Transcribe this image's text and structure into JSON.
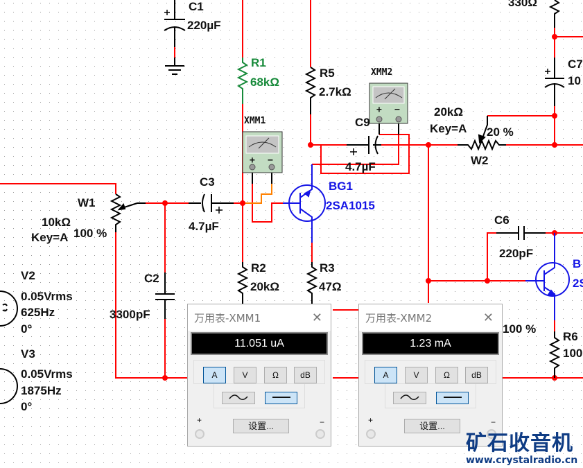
{
  "colors": {
    "wire": "#ff0000",
    "component": "#000000",
    "transistor": "#1414e6",
    "r1": "#178a3a",
    "probe_wire": "#ff8000",
    "meter_face": "#c2dcc2",
    "display_bg": "#000000",
    "active_button": "#cce4f7",
    "logo": "#0f3c84"
  },
  "components": {
    "C1": {
      "name": "C1",
      "value": "220µF"
    },
    "R1": {
      "name": "R1",
      "value": "68kΩ"
    },
    "R5": {
      "name": "R5",
      "value": "2.7kΩ"
    },
    "XMM1": {
      "name": "XMM1"
    },
    "XMM2": {
      "name": "XMM2"
    },
    "C9": {
      "name": "C9",
      "value": "4.7µF"
    },
    "W2": {
      "name": "W2",
      "value": "20kΩ",
      "key": "Key=A",
      "position": "20 %"
    },
    "C7": {
      "name": "C7",
      "value": "10"
    },
    "R_top": {
      "value": "330Ω"
    },
    "W1": {
      "name": "W1",
      "value": "10kΩ",
      "key": "Key=A",
      "position": "100 %"
    },
    "C3": {
      "name": "C3",
      "value": "4.7µF"
    },
    "BG1": {
      "name": "BG1",
      "model": "2SA1015"
    },
    "C2": {
      "name": "C2",
      "value": "3300pF"
    },
    "R2": {
      "name": "R2",
      "value": "20kΩ"
    },
    "R3": {
      "name": "R3",
      "value": "47Ω"
    },
    "C6": {
      "name": "C6",
      "value": "220pF"
    },
    "BG2": {
      "name": "B",
      "model": "2S"
    },
    "R6": {
      "name": "R6",
      "value": "100"
    },
    "W3": {
      "position": "100 %"
    },
    "V2": {
      "name": "V2",
      "amplitude": "0.05Vrms",
      "frequency": "625Hz",
      "phase": "0°"
    },
    "V3": {
      "name": "V3",
      "amplitude": "0.05Vrms",
      "frequency": "1875Hz",
      "phase": "0°"
    }
  },
  "meter_symbol": {
    "plus": "+",
    "minus": "−"
  },
  "multimeters": [
    {
      "title": "万用表-XMM1",
      "reading": "11.051 uA",
      "modes": [
        "A",
        "V",
        "Ω",
        "dB"
      ],
      "active_mode": "A",
      "coupling": [
        "ac-wave-icon",
        "dc-line-icon"
      ],
      "active_coupling": "dc",
      "settings_label": "设置...",
      "plus": "+",
      "minus": "−"
    },
    {
      "title": "万用表-XMM2",
      "reading": "1.23 mA",
      "modes": [
        "A",
        "V",
        "Ω",
        "dB"
      ],
      "active_mode": "A",
      "coupling": [
        "ac-wave-icon",
        "dc-line-icon"
      ],
      "active_coupling": "dc",
      "settings_label": "设置...",
      "plus": "+",
      "minus": "−"
    }
  ],
  "watermark": {
    "name": "矿石收音机",
    "url": "www.crystalradio.cn"
  }
}
